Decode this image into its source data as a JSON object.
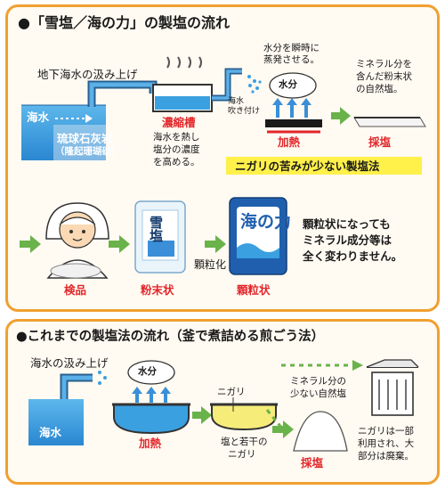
{
  "top": {
    "title": "●「雪塩／海の力」の製塩の流れ",
    "pump_label": "地下海水の汲み上げ",
    "seawater": "海水",
    "rock_line1": "琉球石灰岩",
    "rock_line2": "（隆起珊瑚礁）",
    "tank_name": "濃縮槽",
    "tank_desc1": "海水を熱し",
    "tank_desc2": "塩分の濃度",
    "tank_desc3": "を高める。",
    "spray_label1": "海水",
    "spray_label2": "吹き付け",
    "evap_desc1": "水分を瞬時に",
    "evap_desc2": "蒸発させる。",
    "steam_bubble": "水分",
    "heating": "加熱",
    "mineral_desc1": "ミネラル分を",
    "mineral_desc2": "含んだ粉末状",
    "mineral_desc3": "の自然塩。",
    "harvest": "採塩",
    "method_banner": "ニガリの苦みが少ない製塩法",
    "inspection": "検品",
    "powder": "粉末状",
    "granulate": "顆粒化",
    "granular": "顆粒状",
    "granular_note1": "顆粒状になっても",
    "granular_note2": "ミネラル成分等は",
    "granular_note3": "全く変わりません。",
    "pack1_name": "雪塩",
    "pack2_name": "海の力"
  },
  "bottom": {
    "title": "●これまでの製塩法の流れ（釜で煮詰める煎ごう法）",
    "pump_label": "海水の汲み上げ",
    "seawater": "海水",
    "steam_bubble": "水分",
    "heating": "加熱",
    "nigari": "ニガリ",
    "salt_nigari1": "塩と若干の",
    "salt_nigari2": "ニガリ",
    "mineral_desc1": "ミネラル分の",
    "mineral_desc2": "少ない自然塩",
    "harvest": "採塩",
    "nigari_note1": "ニガリは一部",
    "nigari_note2": "利用され、大",
    "nigari_note3": "部分は廃棄。"
  },
  "colors": {
    "panel_border": "#f0a030",
    "accent_red": "#e2262a",
    "arrow_green": "#6ab24a",
    "arrow_blue": "#3a8fd8",
    "water_blue": "#3aa0e0"
  }
}
